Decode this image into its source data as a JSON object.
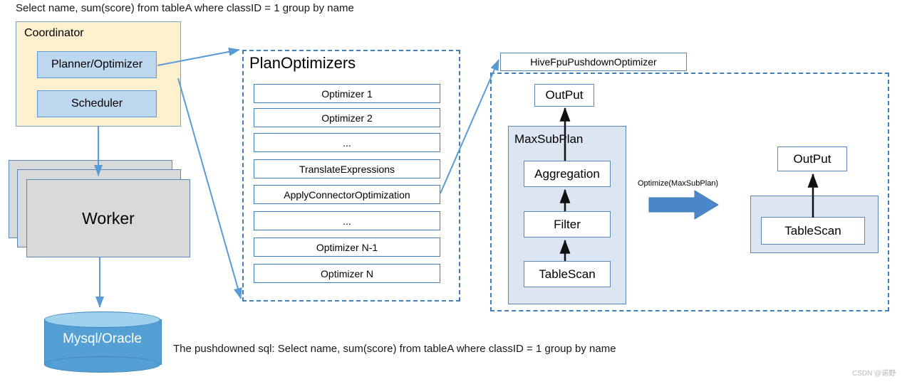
{
  "header": {
    "sql_query": "Select name, sum(score) from tableA where classID = 1 group by name"
  },
  "footer": {
    "pushdown_sql": "The pushdowned sql: Select name, sum(score) from tableA where classID = 1 group by name",
    "watermark": "CSDN @诺野"
  },
  "coordinator": {
    "title": "Coordinator",
    "planner_label": "Planner/Optimizer",
    "scheduler_label": "Scheduler"
  },
  "worker": {
    "label": "Worker"
  },
  "database": {
    "label": "Mysql/Oracle"
  },
  "plan_optimizers": {
    "title": "PlanOptimizers",
    "items": [
      {
        "label": "Optimizer 1"
      },
      {
        "label": "Optimizer 2"
      },
      {
        "label": "..."
      },
      {
        "label": "TranslateExpressions"
      },
      {
        "label": "ApplyConnectorOptimization"
      },
      {
        "label": "..."
      },
      {
        "label": "Optimizer N-1"
      },
      {
        "label": "Optimizer N"
      }
    ]
  },
  "pushdown_detail": {
    "optimizer_title": "HiveFpuPushdownOptimizer",
    "before": {
      "output_label": "OutPut",
      "subplan_label": "MaxSubPlan",
      "nodes": [
        {
          "label": "Aggregation"
        },
        {
          "label": "Filter"
        },
        {
          "label": "TableScan"
        }
      ]
    },
    "transform_label": "Optimize(MaxSubPlan)",
    "after": {
      "output_label": "OutPut",
      "nodes": [
        {
          "label": "TableScan"
        }
      ]
    }
  },
  "colors": {
    "coordinator_fill": "#fdf0cf",
    "inner_box_fill": "#bdd7ee",
    "worker_fill": "#d9d9d9",
    "db_fill": "#54a0d4",
    "subplan_fill": "#dce6f2",
    "border_blue": "#5b87b5",
    "dashed_blue": "#3f7fb5",
    "arrow_blue": "#5b9bd5"
  }
}
